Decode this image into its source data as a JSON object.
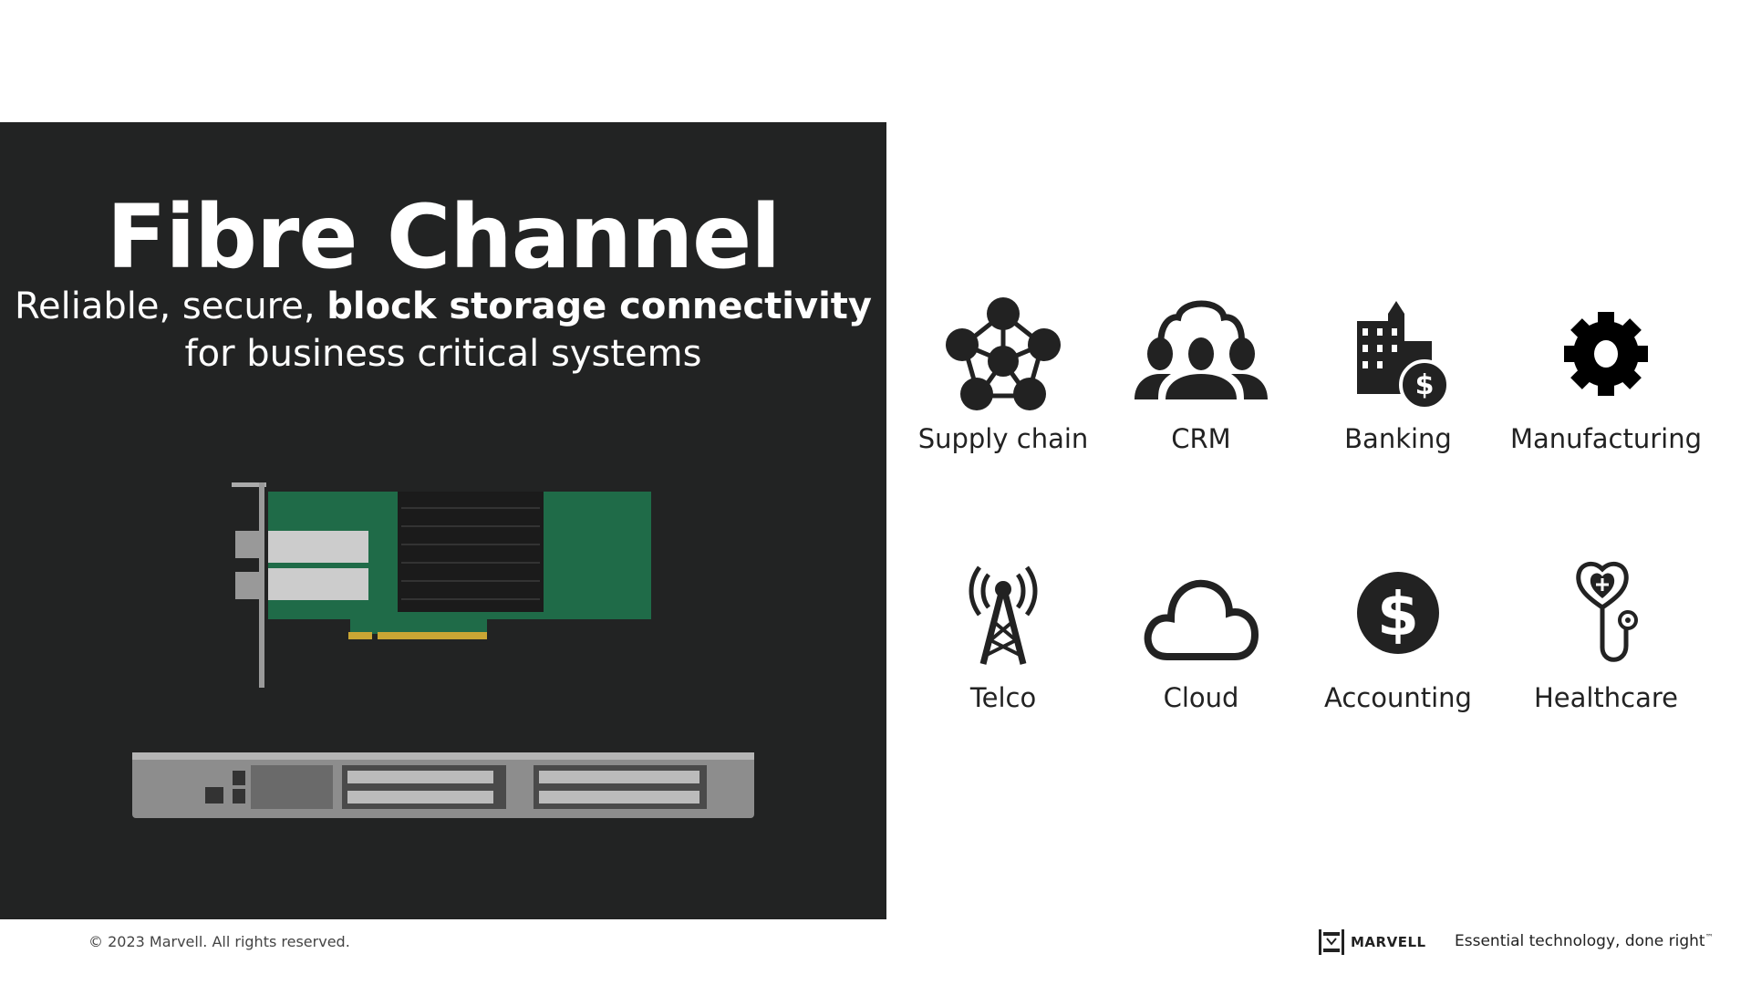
{
  "hero": {
    "title": "Fibre Channel",
    "subtitle_plain": "Reliable, secure, ",
    "subtitle_bold": "block storage connectivity",
    "subtitle_line2": "for business critical systems"
  },
  "industries": [
    {
      "label": "Supply chain",
      "icon": "network-nodes-icon"
    },
    {
      "label": "CRM",
      "icon": "people-group-icon"
    },
    {
      "label": "Banking",
      "icon": "bank-building-icon"
    },
    {
      "label": "Manufacturing",
      "icon": "gear-icon"
    },
    {
      "label": "Telco",
      "icon": "cell-tower-icon"
    },
    {
      "label": "Cloud",
      "icon": "cloud-icon"
    },
    {
      "label": "Accounting",
      "icon": "dollar-coin-icon"
    },
    {
      "label": "Healthcare",
      "icon": "stethoscope-heart-icon"
    }
  ],
  "footer": {
    "copyright": "© 2023 Marvell. All rights reserved.",
    "brand": "MARVELL",
    "tagline": "Essential technology, done right",
    "tm": "™"
  },
  "colors": {
    "panel": "#222323",
    "icon": "#222222"
  }
}
